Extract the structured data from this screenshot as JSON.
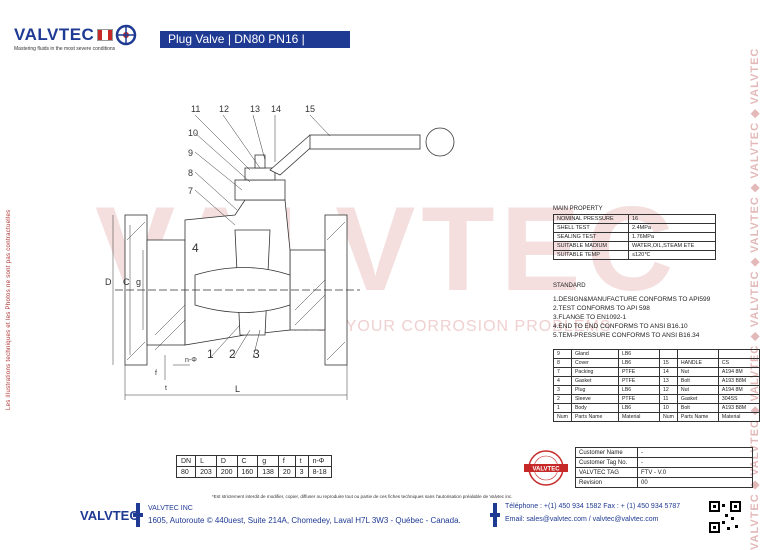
{
  "header": {
    "brand": "VALVTEC",
    "tagline": "Mastering fluids in the most severe conditions",
    "title": "Plug Valve | DN80 PN16 |"
  },
  "side_notice": "Les illustrations techniques et les Photos ne sont pas contractuelles",
  "side_watermark": "VALVTEC ◆ VALVTEC ◆ VALVTEC ◆ VALVTEC ◆ VALVTEC ◆ VALVTEC ◆ VALVTEC",
  "watermark": {
    "main": "VALVTEC",
    "tagline": "THE BEST PARTNER FOR YOUR CORROSION PROBLEMS"
  },
  "drawing": {
    "callouts": [
      "11",
      "12",
      "13",
      "14",
      "15",
      "10",
      "9",
      "8",
      "7",
      "4",
      "1",
      "2",
      "3"
    ],
    "dims": {
      "D": "D",
      "C": "C",
      "g": "g",
      "f": "f",
      "t": "t",
      "n_phi": "n-Φ",
      "L": "L"
    }
  },
  "main_property": {
    "title": "MAIN PROPERTY",
    "rows": [
      [
        "NOMINAL PRESSURE",
        "16"
      ],
      [
        "SHELL TEST",
        "2.4MPa"
      ],
      [
        "SEALING TEST",
        "1.76MPa"
      ],
      [
        "SUITABLE MADIUM",
        "WATER,OIL,STEAM ETE"
      ],
      [
        "SUITABLE TEMP",
        "≤120℃"
      ]
    ]
  },
  "standard": {
    "title": "STANDARD",
    "items": [
      "1.DESIGN&MANUFACTURE CONFORMS TO API599",
      "2.TEST CONFORMS TO API 598",
      "3.FLANGE TO EN1092-1",
      "4.END TO END CONFORMS TO ANSI B16.10",
      "5.TEM-PRESSURE CONFORMS TO ANSI B16.34"
    ]
  },
  "parts": {
    "rows": [
      [
        "9",
        "Gland",
        "LB6",
        "",
        "",
        ""
      ],
      [
        "8",
        "Cover",
        "LB6",
        "15",
        "HANDLE",
        "CS"
      ],
      [
        "7",
        "Packing",
        "PTFE",
        "14",
        "Nut",
        "A194 8M"
      ],
      [
        "4",
        "Gasket",
        "PTFE",
        "13",
        "Bolt",
        "A193 B8M"
      ],
      [
        "3",
        "Plug",
        "LB6",
        "12",
        "Nut",
        "A194 8M"
      ],
      [
        "2",
        "Sleeve",
        "PTFE",
        "11",
        "Gasket",
        "304SS"
      ],
      [
        "1",
        "Body",
        "LB6",
        "10",
        "Bolt",
        "A193 B8M"
      ],
      [
        "Num",
        "Parts Name",
        "Material",
        "Num",
        "Parts Name",
        "Material"
      ]
    ]
  },
  "dimensions": {
    "headers": [
      "DN",
      "L",
      "D",
      "C",
      "g",
      "f",
      "t",
      "n-Φ"
    ],
    "values": [
      "80",
      "203",
      "200",
      "160",
      "138",
      "20",
      "3",
      "8-18"
    ]
  },
  "info": {
    "rows": [
      [
        "Customer Name",
        "-"
      ],
      [
        "Customer Tag No.",
        "-"
      ],
      [
        "VALVTEC TAG",
        "FTV - V.0"
      ],
      [
        "Revision",
        "00"
      ]
    ]
  },
  "stamp_text": "VALVTEC",
  "disclaimer": "*Est strictement interdit de modifier, copier, diffuser ou reproduire tout ou partie de ces fiches techniques sans l'autorisation préalable de Valvtec inc.",
  "footer": {
    "brand": "VALVTEC",
    "company": "VALVTEC INC",
    "address": "1605, Autoroute © 440uest, Suite 214A, Chomedey, Laval H7L 3W3 - Québec - Canada.",
    "tel": "Téléphone : +(1) 450 934 1582 Fax : + (1) 450 934 5787",
    "email": "Email: sales@valvtec.com / valvtec@valvtec.com"
  },
  "colors": {
    "brand": "#1f3a93",
    "accent": "#c62828",
    "watermark": "#f4dede"
  }
}
